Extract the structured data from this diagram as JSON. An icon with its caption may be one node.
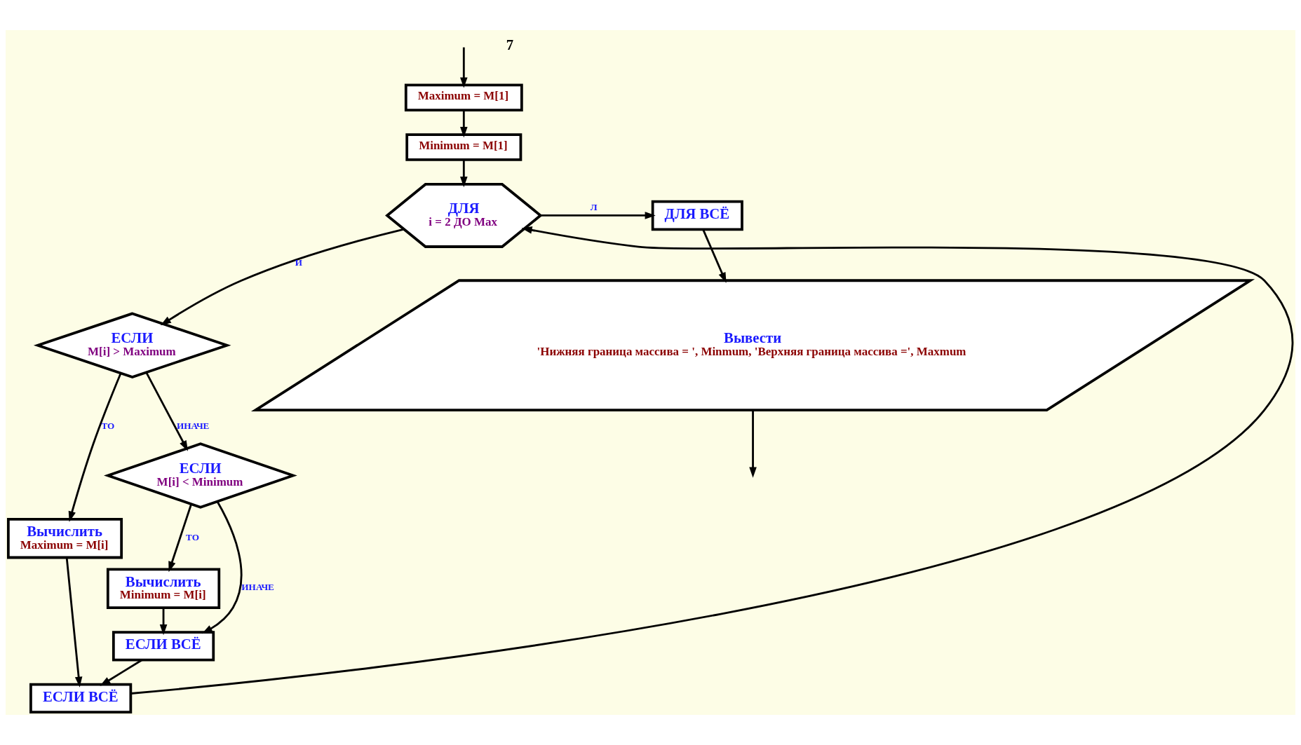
{
  "diagram": {
    "nodes": [
      {
        "text": [
          "Maximum = M[1]"
        ]
      },
      {
        "text": [
          "Minimum = M[1]"
        ]
      },
      {
        "text": [
          "ДЛЯ",
          "i = 2 ДО Max"
        ]
      },
      {
        "text": [
          "ДЛЯ ВСЁ"
        ]
      },
      {
        "text": [
          "ЕСЛИ",
          "M[i] > Maximum"
        ]
      },
      {
        "text": [
          "ЕСЛИ",
          "M[i] < Minimum"
        ]
      },
      {
        "text": [
          "Вычислить",
          "Maximum = M[i]"
        ]
      },
      {
        "text": [
          "Вычислить",
          "Minimum = M[i]"
        ]
      },
      {
        "text": [
          "ЕСЛИ ВСЁ"
        ]
      },
      {
        "text": [
          "ЕСЛИ ВСЁ"
        ]
      },
      {
        "text": [
          "Вывести",
          "'Нижняя граница массива = ', Minmum, 'Верхняя граница массива =', Maxmum"
        ]
      }
    ],
    "edges": [
      {
        "from": null,
        "to": 0,
        "arrow": "to"
      },
      {
        "from": 0,
        "to": 1,
        "arrow": "to"
      },
      {
        "from": 1,
        "to": 2,
        "arrow": "to"
      },
      {
        "from": 2,
        "to": 3,
        "arrow": "to",
        "label": "Л"
      },
      {
        "from": 2,
        "to": 4,
        "arrow": "to",
        "label": "И"
      },
      {
        "from": 4,
        "to": 5,
        "arrow": "to",
        "label": "ИНАЧЕ"
      },
      {
        "from": 4,
        "to": 6,
        "arrow": "to",
        "label": "ТО"
      },
      {
        "from": 5,
        "to": 7,
        "arrow": "to",
        "label": "ТО"
      },
      {
        "from": 5,
        "to": 8,
        "arrow": "to",
        "label": "ИНАЧЕ"
      },
      {
        "from": 7,
        "to": 8,
        "arrow": "to"
      },
      {
        "from": 6,
        "to": 9,
        "arrow": "to"
      },
      {
        "from": 8,
        "to": 9,
        "arrow": "to"
      },
      {
        "from": 9,
        "to": 2,
        "arrow": "to"
      },
      {
        "from": 3,
        "to": 10,
        "arrow": "to"
      },
      {
        "from": 10,
        "to": null,
        "arrow": "to"
      }
    ],
    "labels": [
      "7"
    ]
  }
}
